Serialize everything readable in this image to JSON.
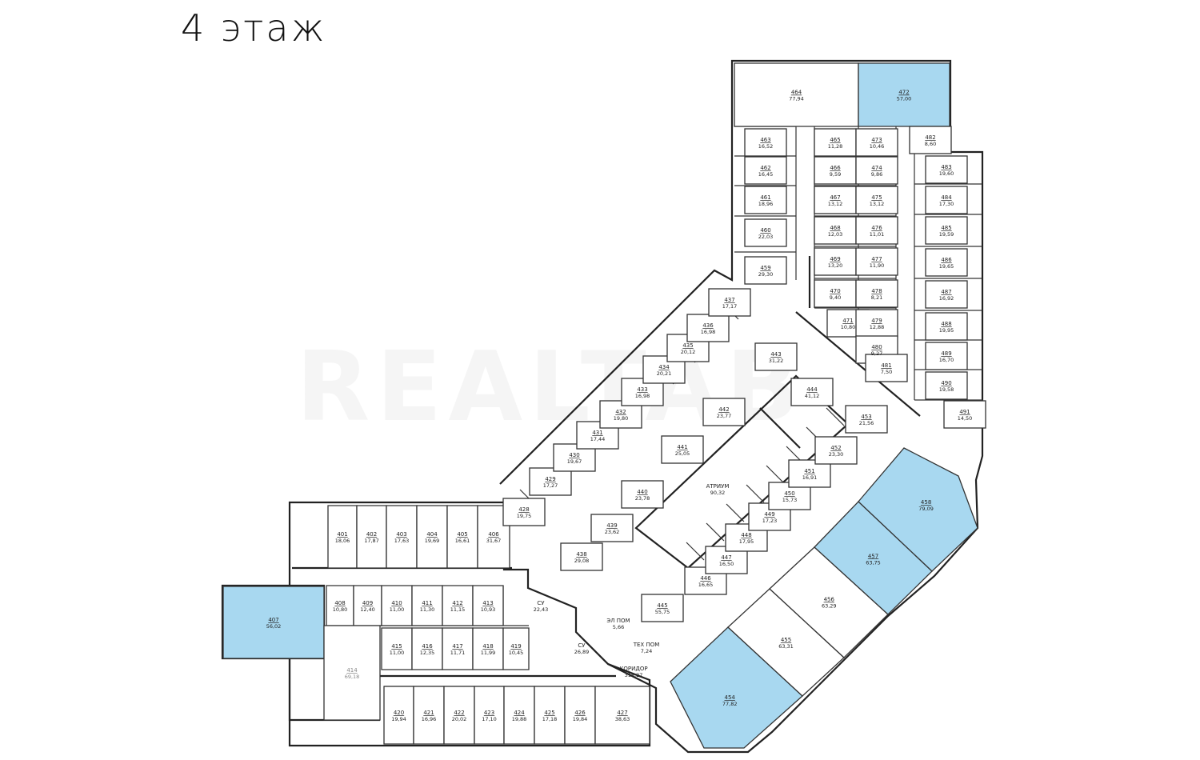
{
  "floor_title": "4 этаж",
  "watermark": "REALTAB",
  "colors": {
    "highlight": "#a8d8f0",
    "wall": "#222222"
  },
  "corridor": {
    "label": "КОРИДОР",
    "area": "318,27"
  },
  "atrium": {
    "label": "АТРИУМ",
    "area": "90,32"
  },
  "service": [
    {
      "label": "СУ",
      "area": "22,43"
    },
    {
      "label": "СУ",
      "area": "26,89"
    },
    {
      "label": "ТЕХ ПОМ",
      "area": "7,24"
    },
    {
      "label": "ЭЛ ПОМ",
      "area": "5,66"
    }
  ],
  "rooms": [
    {
      "no": "401",
      "area": "18,06"
    },
    {
      "no": "402",
      "area": "17,87"
    },
    {
      "no": "403",
      "area": "17,63"
    },
    {
      "no": "404",
      "area": "19,69"
    },
    {
      "no": "405",
      "area": "16,61"
    },
    {
      "no": "406",
      "area": "31,67"
    },
    {
      "no": "407",
      "area": "56,02",
      "hl": true
    },
    {
      "no": "408",
      "area": "10,80"
    },
    {
      "no": "409",
      "area": "12,40"
    },
    {
      "no": "410",
      "area": "11,00"
    },
    {
      "no": "411",
      "area": "11,30"
    },
    {
      "no": "412",
      "area": "11,15"
    },
    {
      "no": "413",
      "area": "10,93"
    },
    {
      "no": "414",
      "area": "69,18",
      "ghost": true
    },
    {
      "no": "415",
      "area": "11,00"
    },
    {
      "no": "416",
      "area": "12,35"
    },
    {
      "no": "417",
      "area": "11,71"
    },
    {
      "no": "418",
      "area": "11,99"
    },
    {
      "no": "419",
      "area": "10,45"
    },
    {
      "no": "420",
      "area": "19,94"
    },
    {
      "no": "421",
      "area": "16,96"
    },
    {
      "no": "422",
      "area": "20,02"
    },
    {
      "no": "423",
      "area": "17,10"
    },
    {
      "no": "424",
      "area": "19,88"
    },
    {
      "no": "425",
      "area": "17,18"
    },
    {
      "no": "426",
      "area": "19,84"
    },
    {
      "no": "427",
      "area": "38,63"
    },
    {
      "no": "428",
      "area": "19,75"
    },
    {
      "no": "429",
      "area": "17,27"
    },
    {
      "no": "430",
      "area": "19,67"
    },
    {
      "no": "431",
      "area": "17,44"
    },
    {
      "no": "432",
      "area": "19,80"
    },
    {
      "no": "433",
      "area": "16,98"
    },
    {
      "no": "434",
      "area": "20,21"
    },
    {
      "no": "435",
      "area": "20,12"
    },
    {
      "no": "436",
      "area": "16,98"
    },
    {
      "no": "437",
      "area": "17,17"
    },
    {
      "no": "438",
      "area": "29,08"
    },
    {
      "no": "439",
      "area": "23,62"
    },
    {
      "no": "440",
      "area": "23,78"
    },
    {
      "no": "441",
      "area": "25,05"
    },
    {
      "no": "442",
      "area": "23,77"
    },
    {
      "no": "443",
      "area": "31,22"
    },
    {
      "no": "444",
      "area": "41,12"
    },
    {
      "no": "445",
      "area": "55,75"
    },
    {
      "no": "446",
      "area": "16,65"
    },
    {
      "no": "447",
      "area": "16,50"
    },
    {
      "no": "448",
      "area": "17,95"
    },
    {
      "no": "449",
      "area": "17,23"
    },
    {
      "no": "450",
      "area": "15,73"
    },
    {
      "no": "451",
      "area": "16,91"
    },
    {
      "no": "452",
      "area": "23,30"
    },
    {
      "no": "453",
      "area": "21,56"
    },
    {
      "no": "454",
      "area": "77,82",
      "hl": true
    },
    {
      "no": "455",
      "area": "63,31"
    },
    {
      "no": "456",
      "area": "63,29"
    },
    {
      "no": "457",
      "area": "63,75",
      "hl": true
    },
    {
      "no": "458",
      "area": "79,09",
      "hl": true
    },
    {
      "no": "459",
      "area": "29,30"
    },
    {
      "no": "460",
      "area": "22,03"
    },
    {
      "no": "461",
      "area": "18,96"
    },
    {
      "no": "462",
      "area": "16,45"
    },
    {
      "no": "463",
      "area": "16,52"
    },
    {
      "no": "464",
      "area": "77,94"
    },
    {
      "no": "465",
      "area": "11,28"
    },
    {
      "no": "466",
      "area": "9,59"
    },
    {
      "no": "467",
      "area": "13,12"
    },
    {
      "no": "468",
      "area": "12,03"
    },
    {
      "no": "469",
      "area": "13,20"
    },
    {
      "no": "470",
      "area": "9,40"
    },
    {
      "no": "471",
      "area": "10,80"
    },
    {
      "no": "472",
      "area": "57,00",
      "hl": true
    },
    {
      "no": "473",
      "area": "10,46"
    },
    {
      "no": "474",
      "area": "9,86"
    },
    {
      "no": "475",
      "area": "13,12"
    },
    {
      "no": "476",
      "area": "11,01"
    },
    {
      "no": "477",
      "area": "11,90"
    },
    {
      "no": "478",
      "area": "8,21"
    },
    {
      "no": "479",
      "area": "12,88"
    },
    {
      "no": "480",
      "area": "9,27"
    },
    {
      "no": "481",
      "area": "7,50"
    },
    {
      "no": "482",
      "area": "8,60"
    },
    {
      "no": "483",
      "area": "19,60"
    },
    {
      "no": "484",
      "area": "17,30"
    },
    {
      "no": "485",
      "area": "19,59"
    },
    {
      "no": "486",
      "area": "19,65"
    },
    {
      "no": "487",
      "area": "16,92"
    },
    {
      "no": "488",
      "area": "19,95"
    },
    {
      "no": "489",
      "area": "16,70"
    },
    {
      "no": "490",
      "area": "19,58"
    },
    {
      "no": "491",
      "area": "14,50"
    }
  ]
}
